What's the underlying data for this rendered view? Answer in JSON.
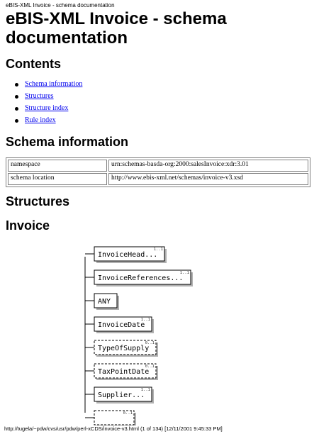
{
  "page_header": "eBIS-XML Invoice - schema documentation",
  "title": "eBIS-XML Invoice - schema documentation",
  "contents": {
    "heading": "Contents",
    "items": [
      {
        "label": "Schema information"
      },
      {
        "label": "Structures"
      },
      {
        "label": "Structure index"
      },
      {
        "label": "Rule index"
      }
    ]
  },
  "schema_info": {
    "heading": "Schema information",
    "rows": [
      {
        "key": "namespace",
        "value": "urn:schemas-basda-org:2000:salesInvoice:xdr:3.01"
      },
      {
        "key": "schema location",
        "value": "http://www.ebis-xml.net/schemas/invoice-v3.xsd"
      }
    ]
  },
  "structures_heading": "Structures",
  "invoice_heading": "Invoice",
  "diagram": {
    "nodes": [
      {
        "label": "InvoiceHead...",
        "card": "1..1",
        "optional": false
      },
      {
        "label": "InvoiceReferences...",
        "card": "1..1",
        "optional": false
      },
      {
        "label": "ANY",
        "card": "",
        "optional": false
      },
      {
        "label": "InvoiceDate",
        "card": "1..1",
        "optional": false
      },
      {
        "label": "TypeOfSupply",
        "card": "0..1",
        "optional": true
      },
      {
        "label": "TaxPointDate",
        "card": "0..1",
        "optional": true
      },
      {
        "label": "Supplier...",
        "card": "1..1",
        "optional": false
      },
      {
        "label": "",
        "card": "0..1",
        "optional": true
      }
    ]
  },
  "page_footer": "http://tugela/~pdw/cvs/usr/pdw/perl-xCDS/invoice-v3.html (1 of 134) [12/11/2001 9:45:33 PM]"
}
